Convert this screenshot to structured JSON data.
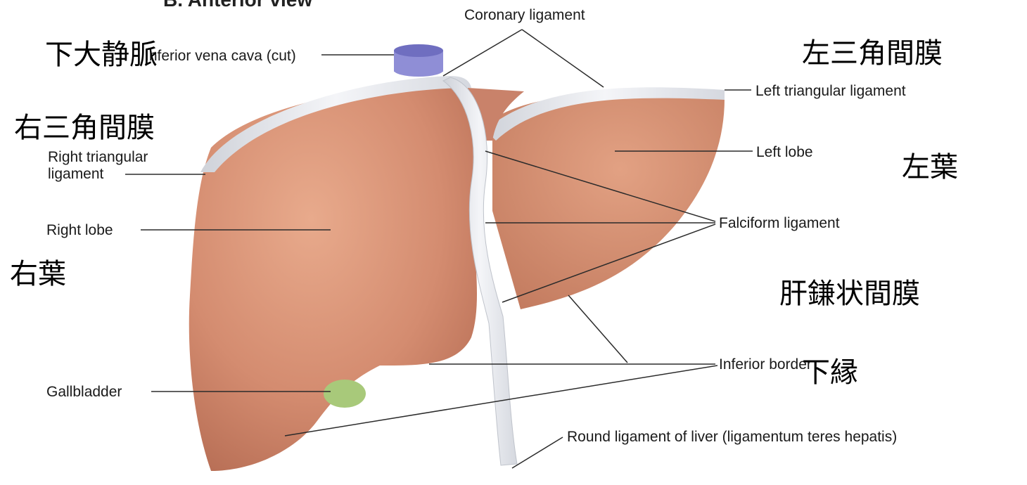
{
  "figure": {
    "view_title": "B. Anterior view",
    "colors": {
      "liver": "#d99478",
      "liver_shadow": "#b66f55",
      "ligament": "#e6e8ee",
      "ivc": "#8f8ed6",
      "gallbladder": "#a8c97a"
    }
  },
  "labels_en": {
    "coronary": "Coronary ligament",
    "ivc": "Inferior vena cava (cut)",
    "left_triangular": "Left triangular ligament",
    "right_triangular_1": "Right triangular",
    "right_triangular_2": "ligament",
    "left_lobe": "Left lobe",
    "falciform": "Falciform ligament",
    "right_lobe": "Right lobe",
    "inferior_border": "Inferior border",
    "gallbladder": "Gallbladder",
    "round_ligament": "Round ligament of liver (ligamentum teres hepatis)"
  },
  "labels_jp": {
    "ivc": "下大静脈",
    "left_triangular": "左三角間膜",
    "right_triangular": "右三角間膜",
    "left_lobe": "左葉",
    "right_lobe": "右葉",
    "falciform": "肝鎌状間膜",
    "inferior_border": "下縁"
  }
}
